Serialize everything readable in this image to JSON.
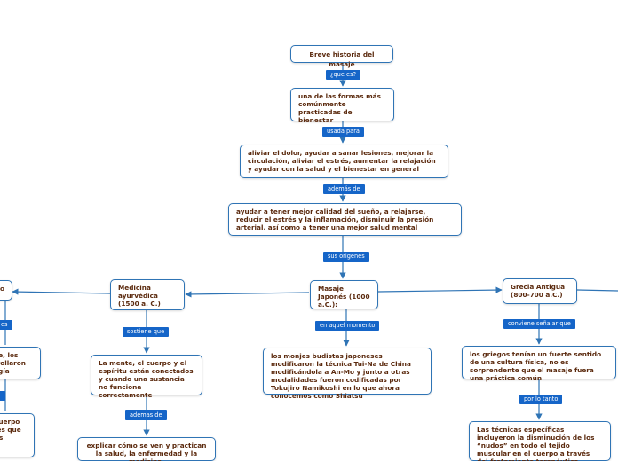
{
  "nodes": {
    "breve": "Breve historia del masaje",
    "una_de": "una de las formas más comúnmente practicadas de bienestar",
    "aliviar": "aliviar el dolor, ayudar a sanar lesiones, mejorar la circulación, aliviar el estrés, aumentar la relajación y ayudar con la salud y el bienestar en general",
    "ayudar": "ayudar a tener mejor calidad del sueño, a relajarse, reducir el estrés y la inflamación, disminuir la presión arterial, así como a tener una mejor salud mental",
    "japones": "Masaje Japonés (1000 a.C.):",
    "ayurvedica": "Medicina ayurvédica (1500 a. C.)",
    "grecia": "Grecia Antigua (800-700 a.C.)",
    "monjes": "los monjes budistas japoneses modificaron la técnica Tui-Na de China modificándola a An-Mo y junto a otras modalidades fueron codificadas por Tokujiro Namikoshi en lo que ahora conocemos como Shiatsu",
    "mente": "La mente, el cuerpo y el espíritu están conectados y cuando una sustancia no funciona correctamente",
    "explicar": "explicar cómo se ven y practican la salud, la enfermedad y la medicina.",
    "griegos": "los griegos tenían un fuerte sentido de una cultura física, no es sorprendente que el masaje fuera una práctica común",
    "tecnicas": "Las técnicas específicas incluyeron la disminución de los “nudos” en todo el tejido muscular en el cuerpo a través del frotamiento terapéutico",
    "partial_top": "o",
    "partial_mid": "de, los rrollaron ogía",
    "partial_bottom": "cuerpo ies que os"
  },
  "labels": {
    "que_es": "¿que es?",
    "usada_para": "usada para",
    "ademas_de_1": "además de",
    "sus_origenes": "sus origenes",
    "en_aquel": "en aquel momento",
    "sostiene": "sostiene que",
    "ademas_de_2": "ademas de",
    "conviene": "conviene señalar que",
    "por_lo_tanto": "por lo tanto",
    "partial_es": "es"
  },
  "colors": {
    "node_border": "#2f74b5",
    "node_text": "#5b2a0e",
    "label_bg": "#1565c8",
    "label_text": "#ffffff",
    "edge": "#2f74b5"
  }
}
